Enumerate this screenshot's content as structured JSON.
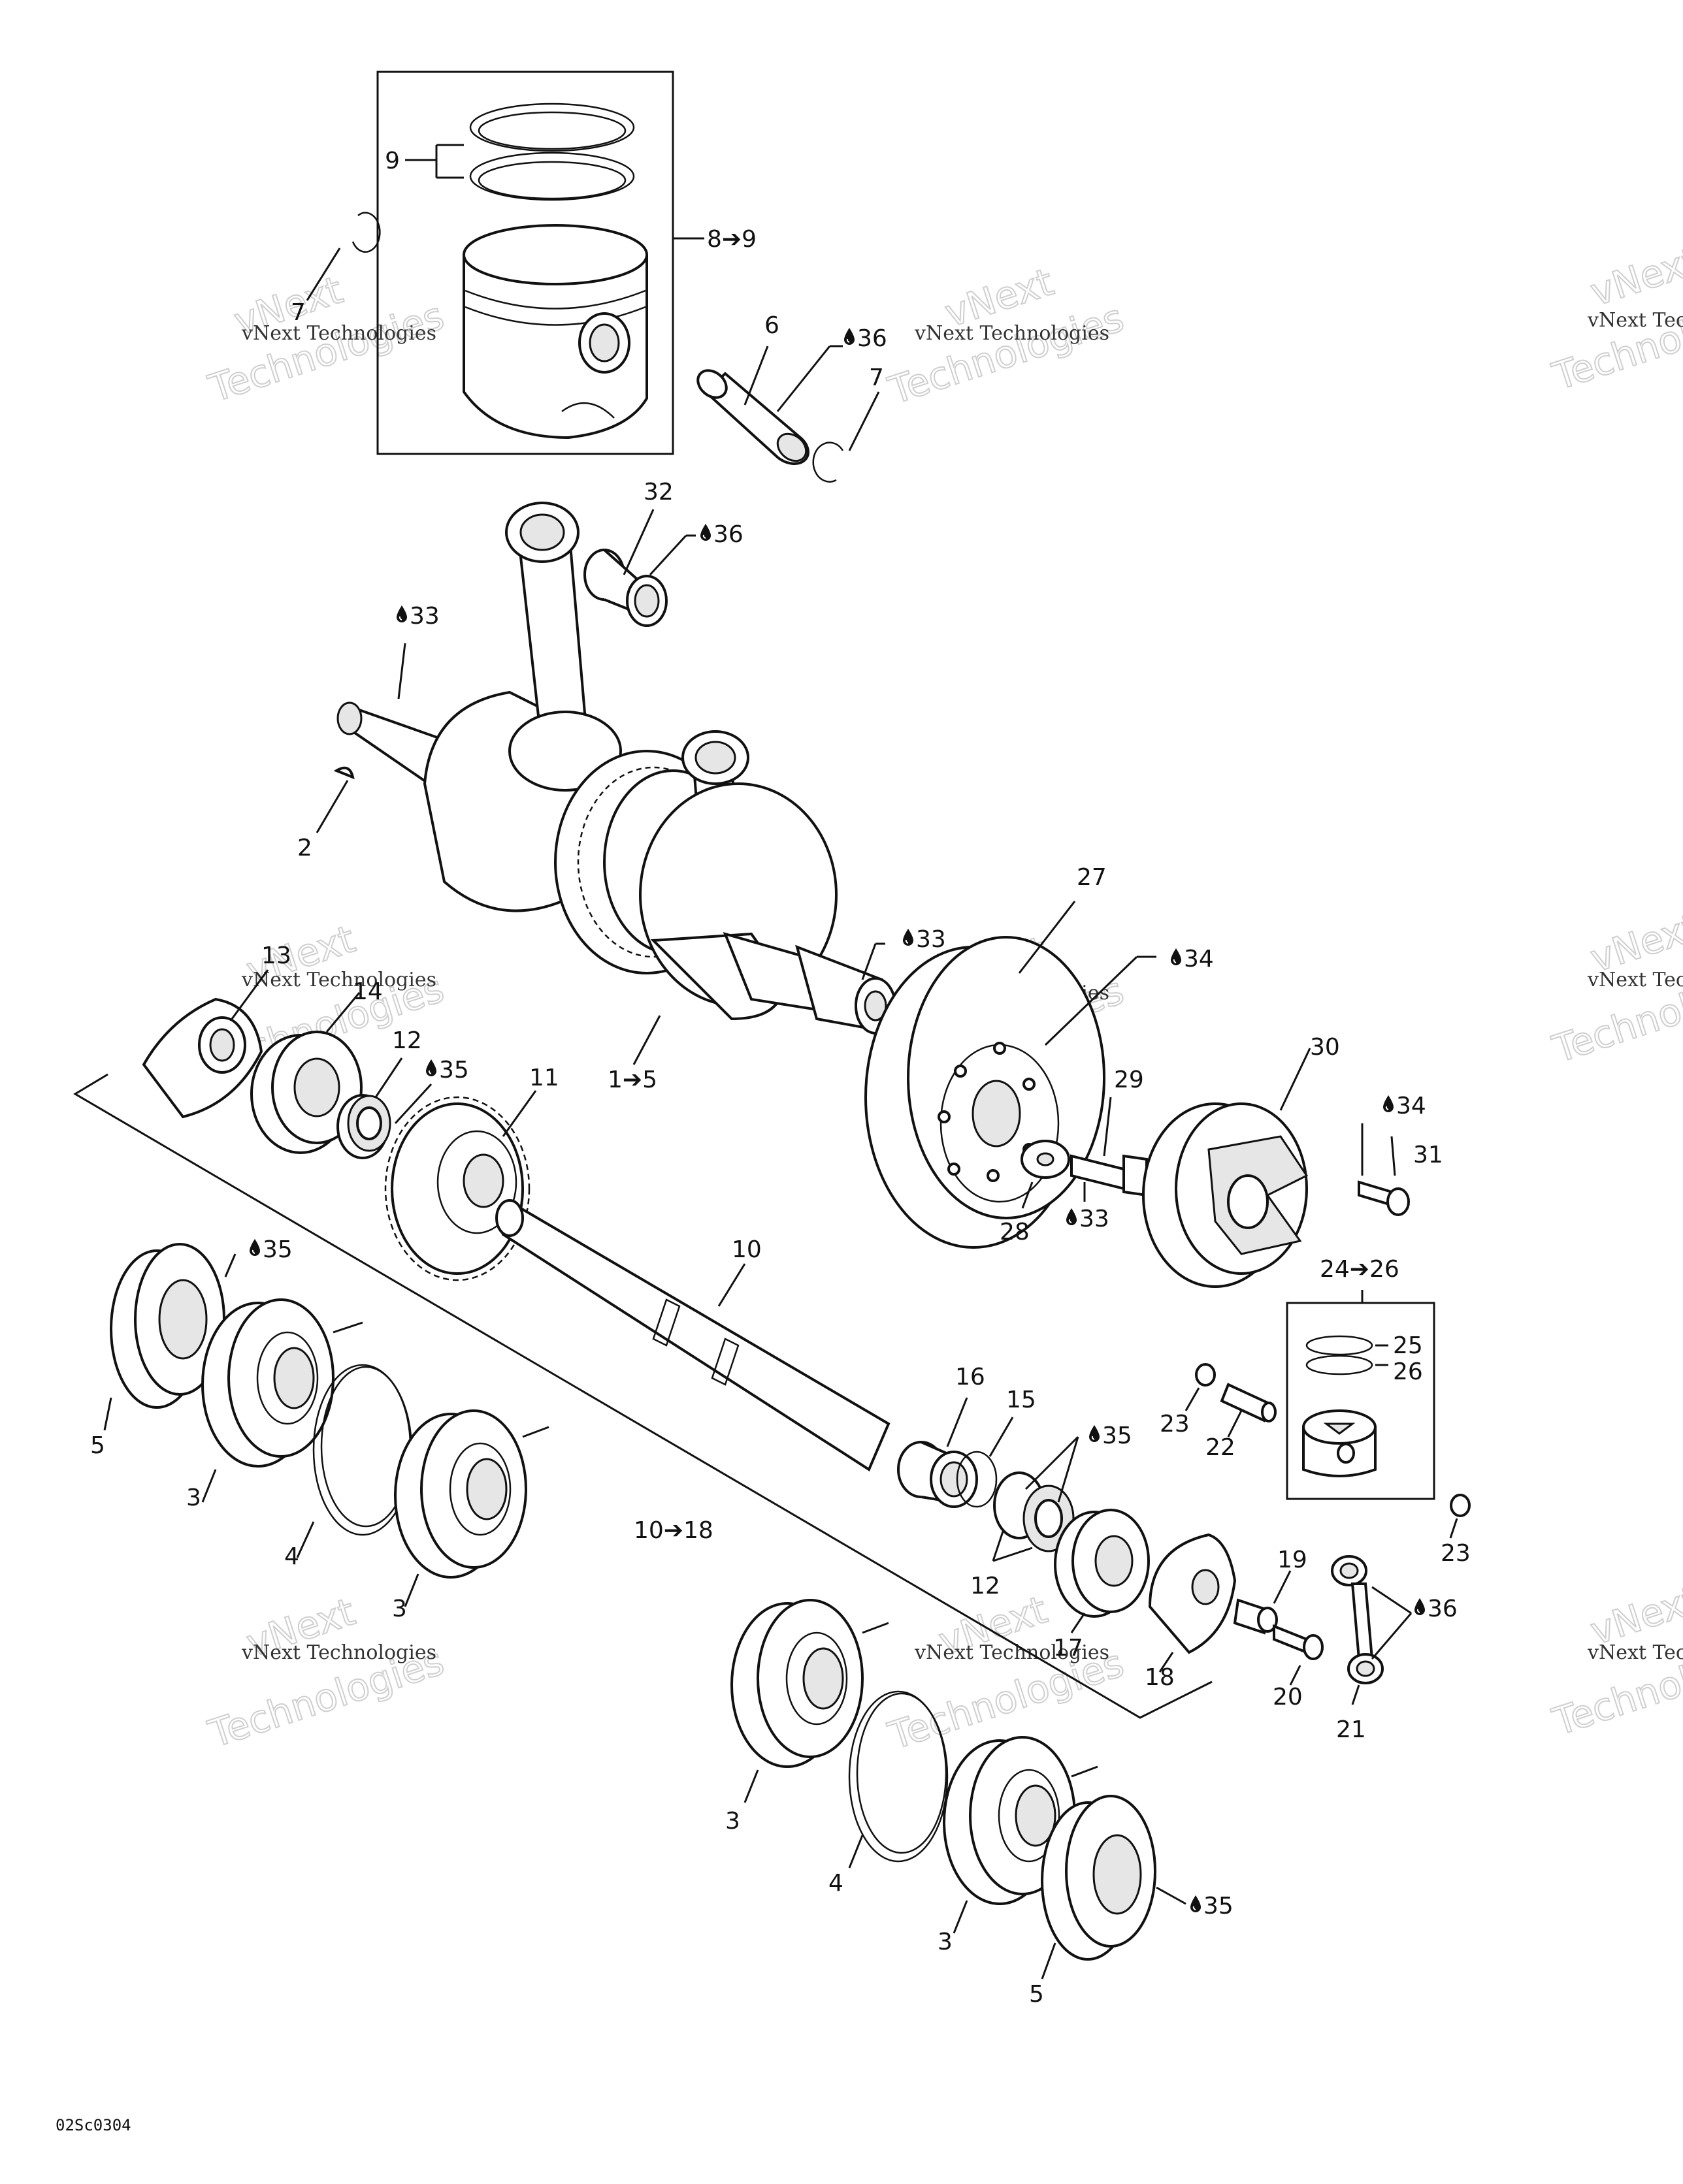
{
  "drawing_code": "02Sc0304",
  "watermarks": [
    {
      "brand": "vNext",
      "line1": "vNext Technologies",
      "line2": "Technologies"
    }
  ],
  "callouts": {
    "c9": "9",
    "c8_9": "8➔9",
    "c7a": "7",
    "c6": "6",
    "c36a": "36",
    "c7b": "7",
    "c32": "32",
    "c36b": "36",
    "c33a": "33",
    "c2": "2",
    "c27": "27",
    "c33b": "33",
    "c34a": "34",
    "c13": "13",
    "c14": "14",
    "c12a": "12",
    "c35a": "35",
    "c11": "11",
    "c1_5": "1➔5",
    "c29": "29",
    "c30": "30",
    "c34b": "34",
    "c31": "31",
    "c28": "28",
    "c33c": "33",
    "c35b": "35",
    "c10": "10",
    "c24_26": "24➔26",
    "c25": "25",
    "c26": "26",
    "c5a": "5",
    "c3a": "3",
    "c4a": "4",
    "c3b": "3",
    "c16": "16",
    "c15": "15",
    "c35c": "35",
    "c23a": "23",
    "c22": "22",
    "c10_18": "10➔18",
    "c12b": "12",
    "c19": "19",
    "c23b": "23",
    "c36c": "36",
    "c17": "17",
    "c18": "18",
    "c20": "20",
    "c21": "21",
    "c3c": "3",
    "c4b": "4",
    "c3d": "3",
    "c35d": "35",
    "c5b": "5"
  },
  "icon": "oil-drop-icon"
}
